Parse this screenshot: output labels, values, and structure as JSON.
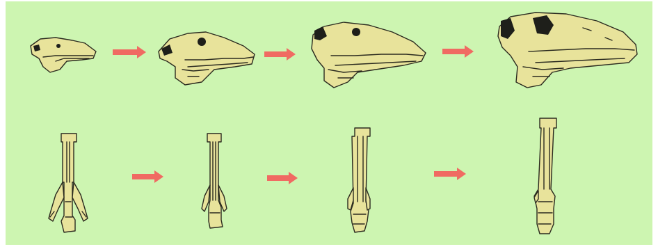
{
  "diagram": {
    "background_color": "#cdf5b1",
    "bone_color": "#e8e39b",
    "arrow_color": "#f06a62",
    "rows": [
      {
        "name": "skulls",
        "stages": [
          "skull-stage-1",
          "skull-stage-2",
          "skull-stage-3",
          "skull-stage-4"
        ],
        "arrows": [
          "skull-arrow-1",
          "skull-arrow-2",
          "skull-arrow-3"
        ]
      },
      {
        "name": "leg-bones",
        "stages": [
          "leg-stage-1",
          "leg-stage-2",
          "leg-stage-3",
          "leg-stage-4"
        ],
        "arrows": [
          "leg-arrow-1",
          "leg-arrow-2",
          "leg-arrow-3"
        ]
      }
    ]
  }
}
